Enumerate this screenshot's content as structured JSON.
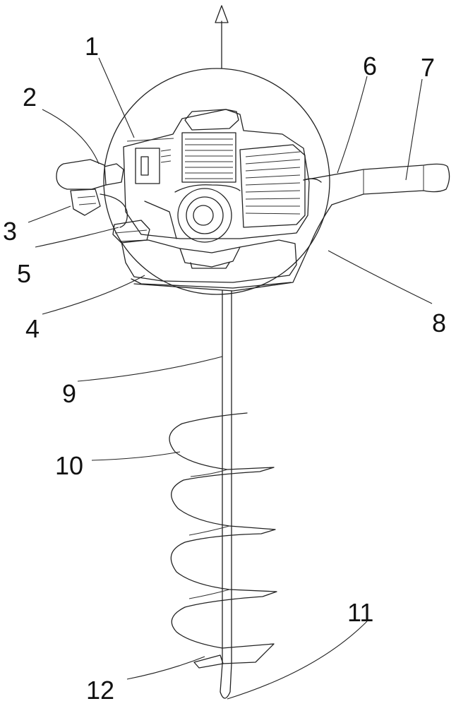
{
  "diagram": {
    "kind": "patent line drawing of an earth auger",
    "labels": [
      {
        "id": "label-1",
        "text": "1"
      },
      {
        "id": "label-2",
        "text": "2"
      },
      {
        "id": "label-3",
        "text": "3"
      },
      {
        "id": "label-4",
        "text": "4"
      },
      {
        "id": "label-5",
        "text": "5"
      },
      {
        "id": "label-6",
        "text": "6"
      },
      {
        "id": "label-7",
        "text": "7"
      },
      {
        "id": "label-8",
        "text": "8"
      },
      {
        "id": "label-9",
        "text": "9"
      },
      {
        "id": "label-10",
        "text": "10"
      },
      {
        "id": "label-11",
        "text": "11"
      },
      {
        "id": "label-12",
        "text": "12"
      }
    ]
  }
}
